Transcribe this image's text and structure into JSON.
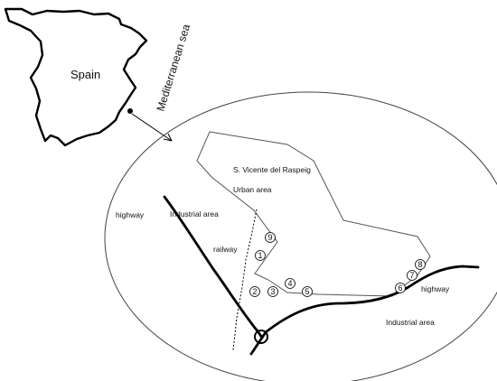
{
  "country_label": "Spain",
  "sea_label": "Mediterranean sea",
  "town_label": "S. Vicente del Raspeig",
  "urban_label": "Urban area",
  "industrial_label_west": "Industrial area",
  "industrial_label_east": "Industrial area",
  "highway_label_west": "highway",
  "highway_label_east": "highway",
  "railway_label": "railway",
  "sites": [
    "1",
    "2",
    "3",
    "4",
    "5",
    "6",
    "7",
    "8",
    "9"
  ]
}
